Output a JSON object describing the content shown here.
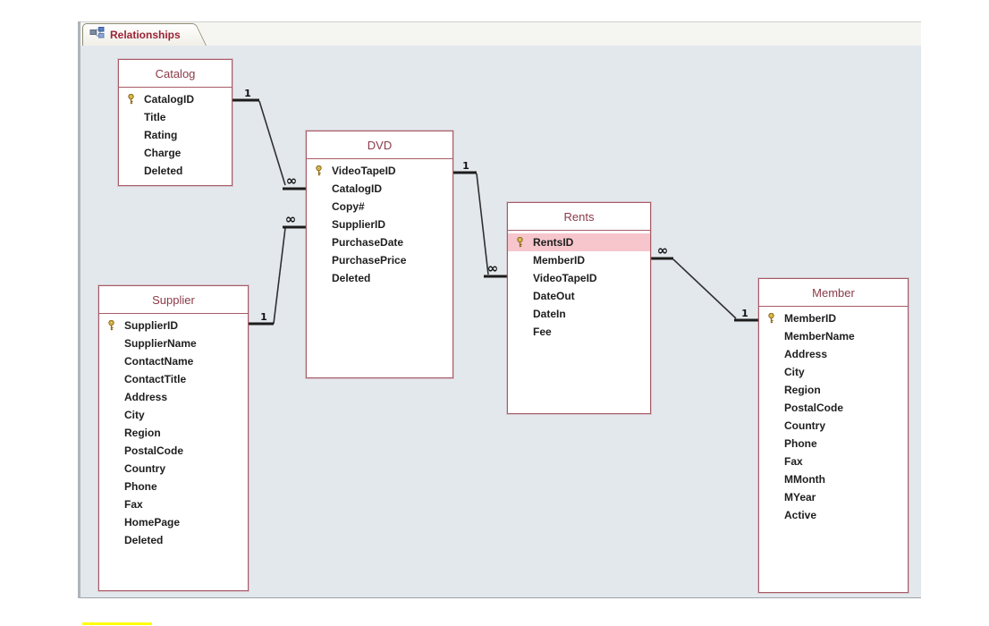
{
  "tab": {
    "label": "Relationships",
    "icon": "relationships-diagram-icon"
  },
  "colors": {
    "canvas_bg": "#E3E8ED",
    "table_border": "#A85B66",
    "table_header_text": "#8B3A48",
    "field_text": "#1E1E1E",
    "tab_text": "#9B2335",
    "highlight_row_bg": "#F6C6CC",
    "connector_line": "#303030",
    "yellow_marker": "#FFFF00",
    "key_icon_gold": "#E8C54A"
  },
  "tables": [
    {
      "name": "Catalog",
      "fields": [
        {
          "name": "CatalogID",
          "key": true
        },
        {
          "name": "Title"
        },
        {
          "name": "Rating"
        },
        {
          "name": "Charge"
        },
        {
          "name": "Deleted"
        }
      ]
    },
    {
      "name": "DVD",
      "fields": [
        {
          "name": "VideoTapeID",
          "key": true
        },
        {
          "name": "CatalogID"
        },
        {
          "name": "Copy#"
        },
        {
          "name": "SupplierID"
        },
        {
          "name": "PurchaseDate"
        },
        {
          "name": "PurchasePrice"
        },
        {
          "name": "Deleted"
        }
      ]
    },
    {
      "name": "Supplier",
      "fields": [
        {
          "name": "SupplierID",
          "key": true
        },
        {
          "name": "SupplierName"
        },
        {
          "name": "ContactName"
        },
        {
          "name": "ContactTitle"
        },
        {
          "name": "Address"
        },
        {
          "name": "City"
        },
        {
          "name": "Region"
        },
        {
          "name": "PostalCode"
        },
        {
          "name": "Country"
        },
        {
          "name": "Phone"
        },
        {
          "name": "Fax"
        },
        {
          "name": "HomePage"
        },
        {
          "name": "Deleted"
        }
      ]
    },
    {
      "name": "Rents",
      "fields": [
        {
          "name": "RentsID",
          "key": true,
          "highlighted": true
        },
        {
          "name": "MemberID"
        },
        {
          "name": "VideoTapeID"
        },
        {
          "name": "DateOut"
        },
        {
          "name": "DateIn"
        },
        {
          "name": "Fee"
        }
      ]
    },
    {
      "name": "Member",
      "fields": [
        {
          "name": "MemberID",
          "key": true
        },
        {
          "name": "MemberName"
        },
        {
          "name": "Address"
        },
        {
          "name": "City"
        },
        {
          "name": "Region"
        },
        {
          "name": "PostalCode"
        },
        {
          "name": "Country"
        },
        {
          "name": "Phone"
        },
        {
          "name": "Fax"
        },
        {
          "name": "MMonth"
        },
        {
          "name": "MYear"
        },
        {
          "name": "Active"
        }
      ]
    }
  ],
  "relationships": [
    {
      "from": "Catalog",
      "to": "DVD",
      "from_label": "1",
      "to_label": "∞"
    },
    {
      "from": "Supplier",
      "to": "DVD",
      "from_label": "1",
      "to_label": "∞"
    },
    {
      "from": "DVD",
      "to": "Rents",
      "from_label": "1",
      "to_label": "∞"
    },
    {
      "from": "Rents",
      "to": "Member",
      "from_label": "∞",
      "to_label": "1"
    }
  ]
}
